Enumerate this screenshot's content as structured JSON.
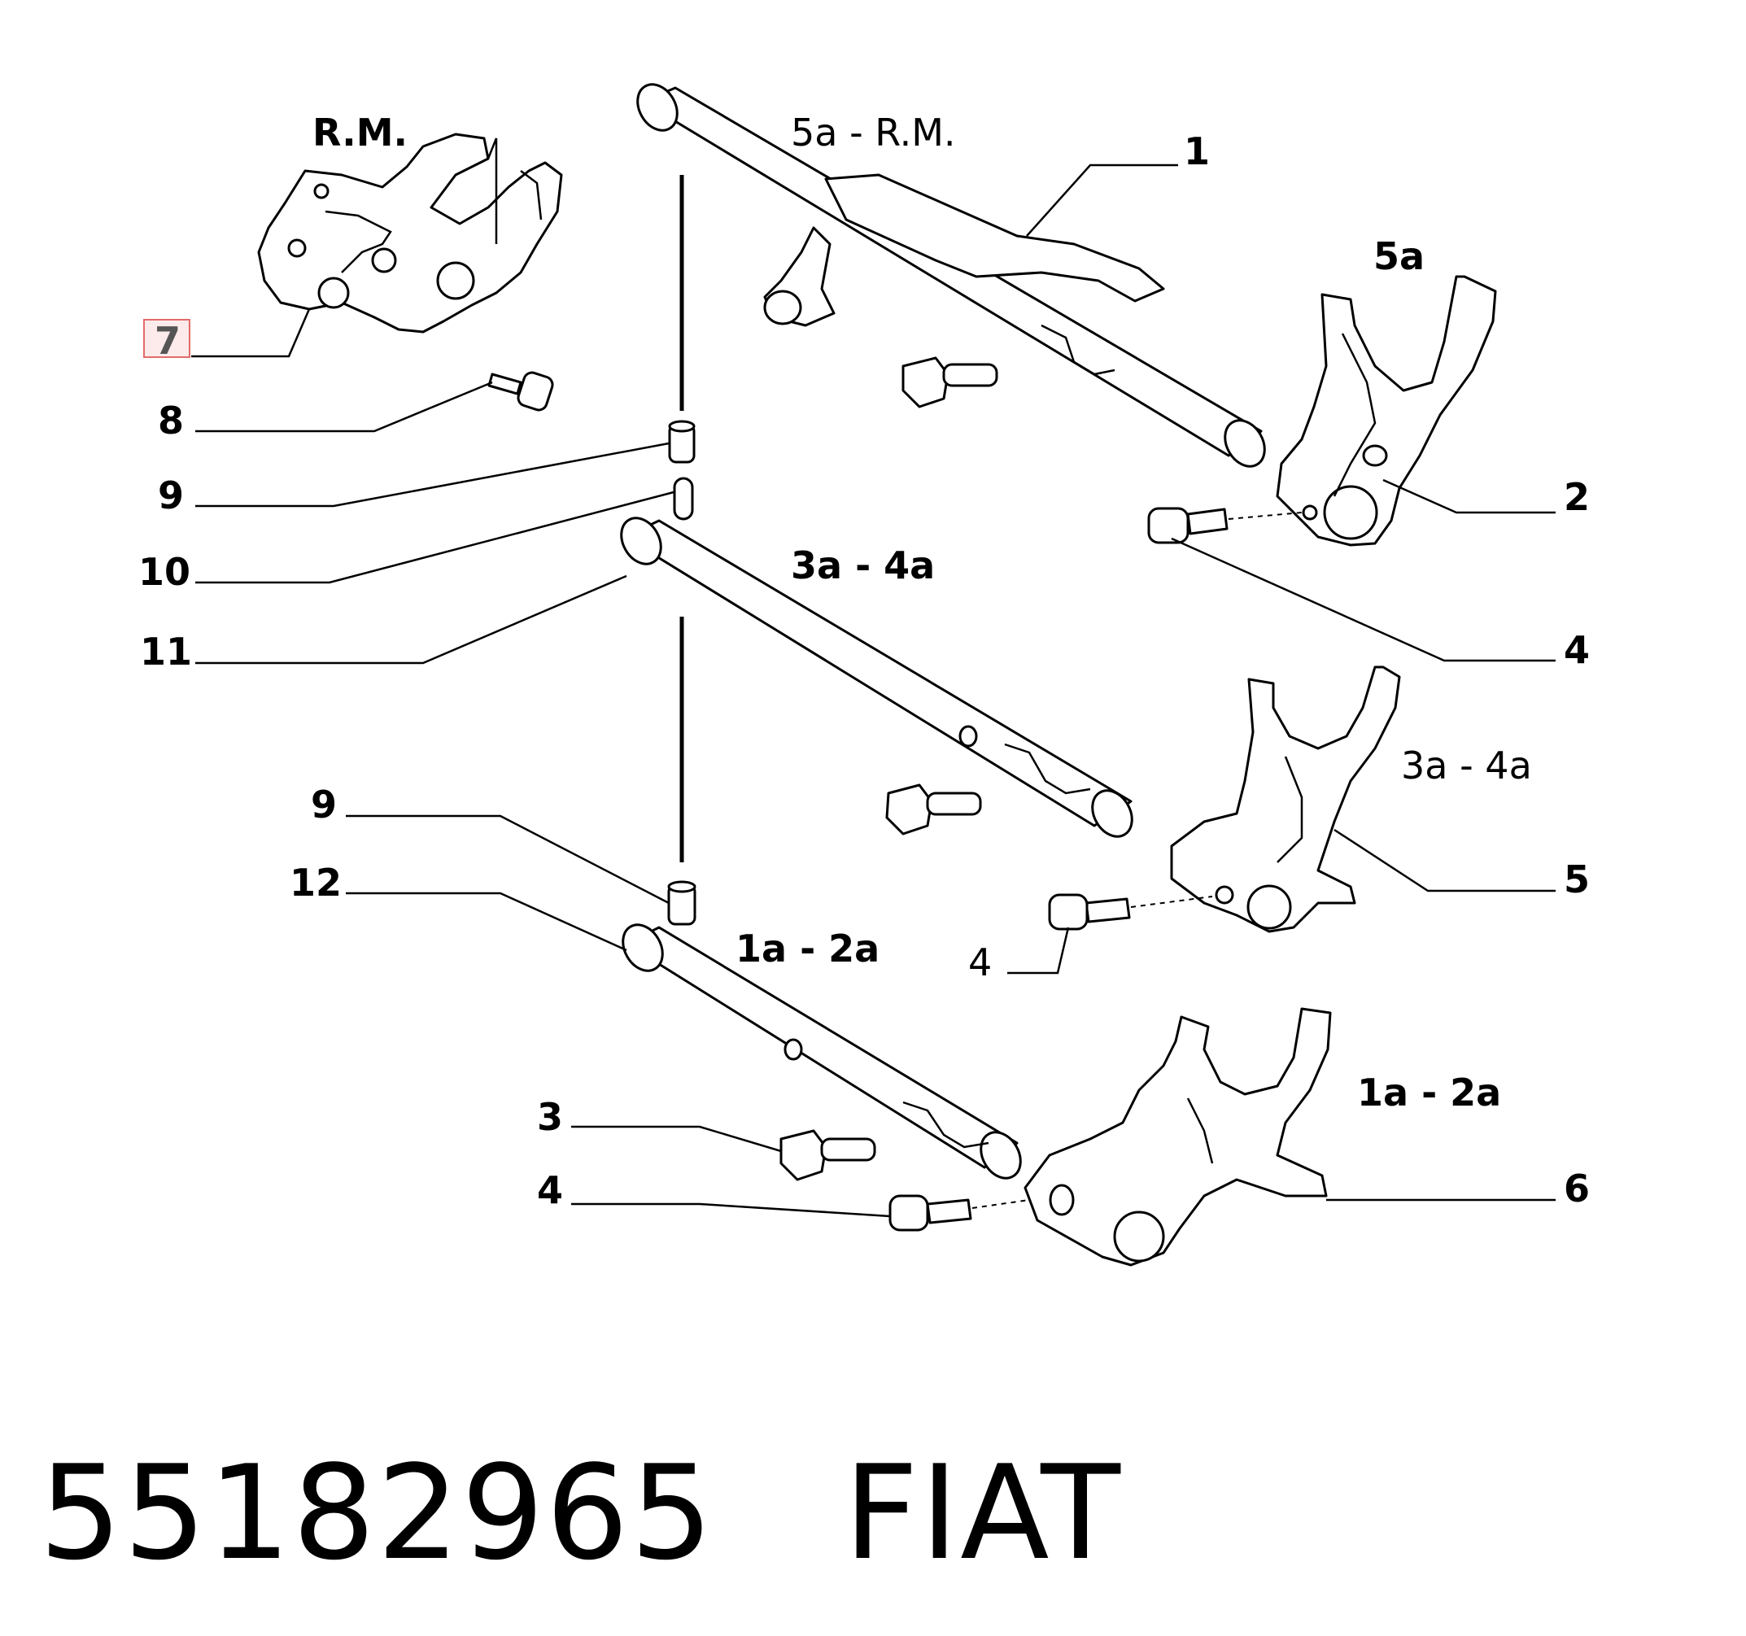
{
  "diagram": {
    "group_labels": {
      "rm_bracket": "R.M.",
      "rod_5a_rm": "5a - R.M.",
      "fork_5a": "5a",
      "rod_3a_4a": "3a - 4a",
      "fork_3a_4a": "3a - 4a",
      "rod_1a_2a": "1a - 2a",
      "fork_1a_2a": "1a - 2a"
    },
    "callouts": {
      "c1": "1",
      "c2": "2",
      "c3": "3",
      "c4_top": "4",
      "c4_mid": "4",
      "c4_bottom": "4",
      "c5": "5",
      "c6": "6",
      "c7": "7",
      "c8": "8",
      "c9_top": "9",
      "c9_bottom": "9",
      "c10": "10",
      "c11": "11",
      "c12": "12"
    },
    "highlighted_callout": "7",
    "colors": {
      "highlight_fill": "#fdeaea",
      "highlight_border": "#e46b6b",
      "line": "#000000"
    }
  },
  "footer": {
    "part_number": "55182965",
    "brand": "FIAT"
  }
}
